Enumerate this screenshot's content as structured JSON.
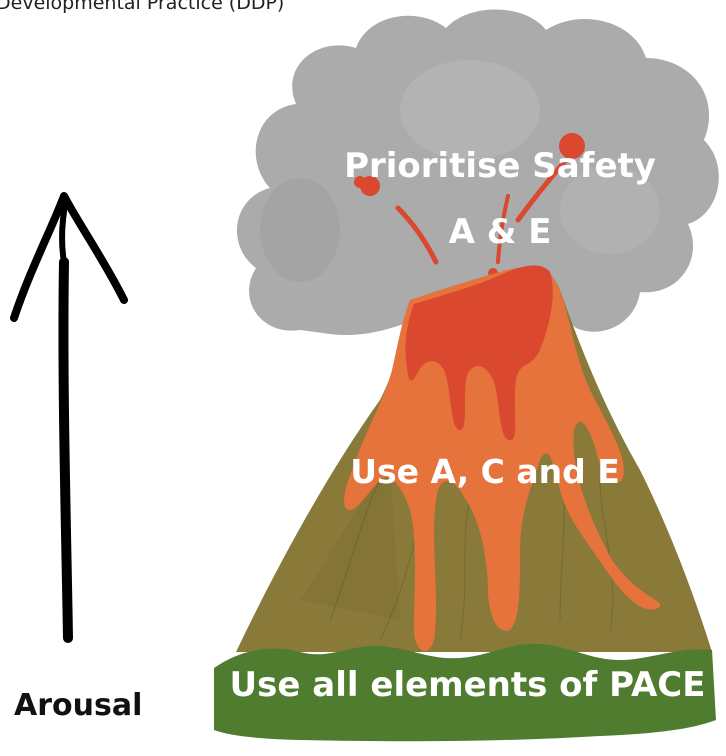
{
  "header": {
    "text": "Developmental Practice (DDP)"
  },
  "levels": {
    "top": "Prioritise Safety",
    "top_sub": "A & E",
    "middle": "Use A, C and E",
    "bottom": "Use all elements of PACE"
  },
  "axis": {
    "label": "Arousal"
  },
  "colors": {
    "smoke": "#ababab",
    "lava_dark": "#d9482f",
    "lava_light": "#e6733c",
    "mountain": "#8a7a3a",
    "grass": "#4f7c2f",
    "arrow": "#000000"
  }
}
